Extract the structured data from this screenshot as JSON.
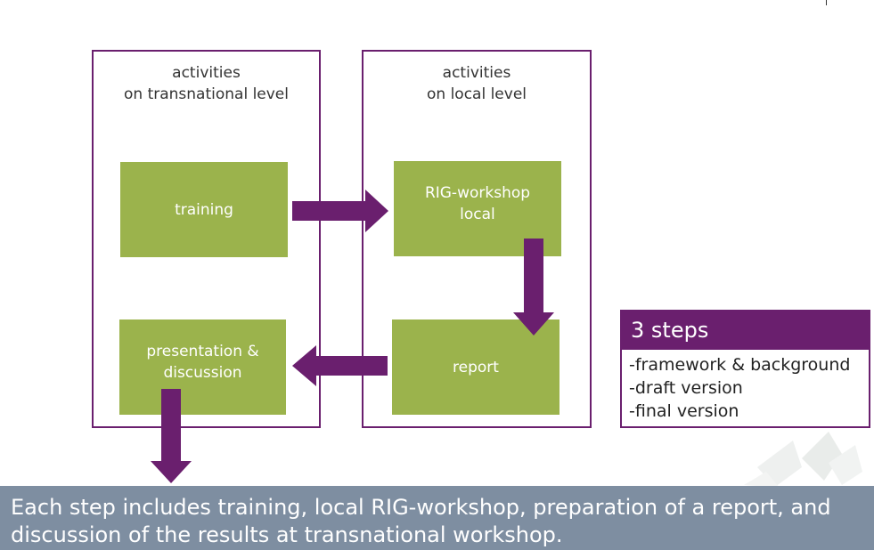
{
  "panels": {
    "transnational": {
      "title": "activities\non transnational level"
    },
    "local": {
      "title": "activities\non local level"
    }
  },
  "boxes": {
    "training": "training",
    "presentation": "presentation &\ndiscussion",
    "rig_workshop": "RIG-workshop\nlocal",
    "report": "report"
  },
  "steps": {
    "heading": "3 steps",
    "items": [
      "-framework & background",
      "-draft version",
      "-final version"
    ]
  },
  "caption": "Each step includes training, local RIG-workshop, preparation of a report, and discussion of the results at transnational workshop.",
  "colors": {
    "purple": "#6a1f6e",
    "green": "#9bb34c",
    "caption_bg": "#7e8ea1"
  }
}
